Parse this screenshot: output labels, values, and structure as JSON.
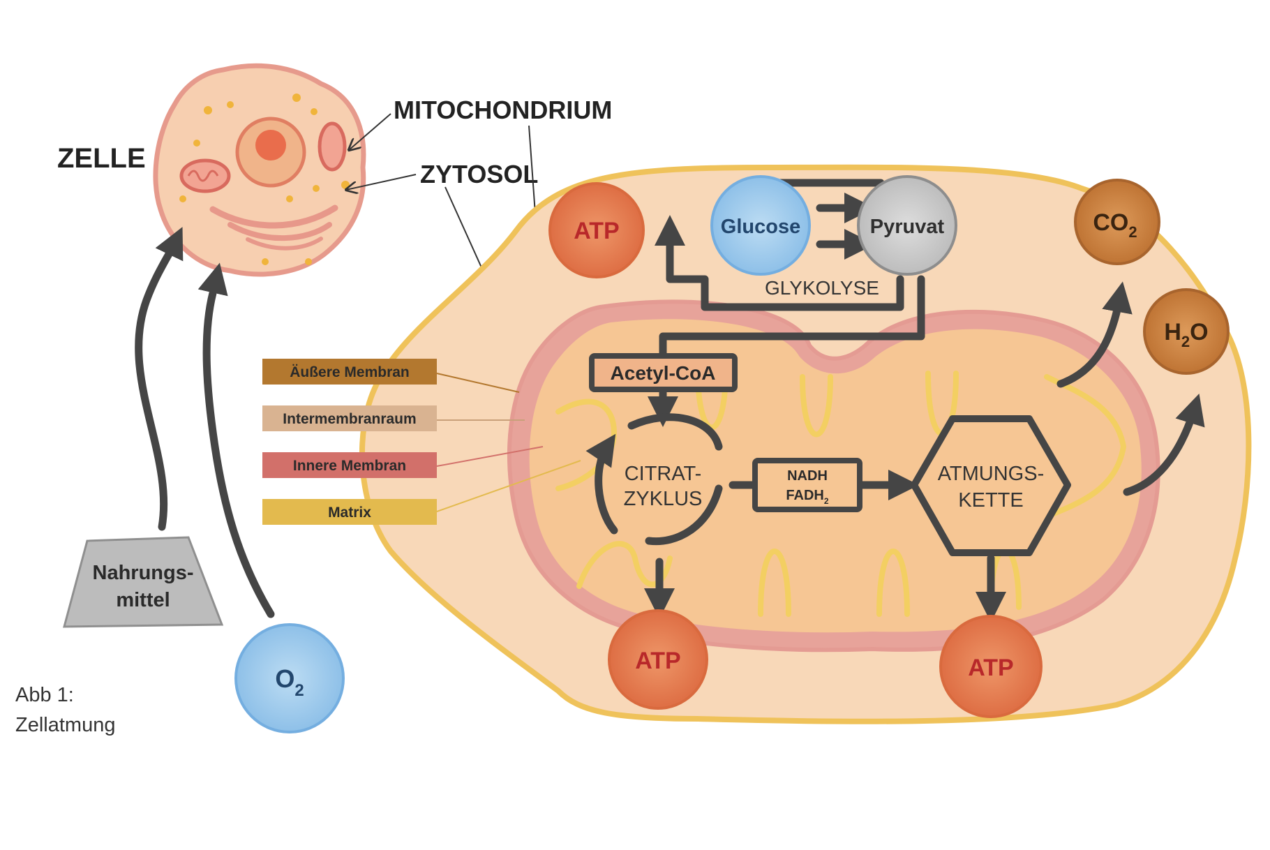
{
  "labels": {
    "zelle": "ZELLE",
    "mitochondrium": "MITOCHONDRIUM",
    "zytosol": "ZYTOSOL",
    "glycolyse": "GLYKOLYSE",
    "citrat_line1": "CITRAT-",
    "citrat_line2": "ZYKLUS",
    "atmung_line1": "ATMUNGS-",
    "atmung_line2": "KETTE",
    "nadh": "NADH",
    "fadh": "FADH",
    "fadh_sub": "2",
    "acetyl": "Acetyl-CoA",
    "food_line1": "Nahrungs-",
    "food_line2": "mittel",
    "caption_line1": "Abb 1:",
    "caption_line2": "Zellatmung"
  },
  "molecules": {
    "glucose": "Glucose",
    "pyruvat": "Pyruvat",
    "atp": "ATP",
    "o2_main": "O",
    "o2_sub": "2",
    "co2_main": "CO",
    "co2_sub": "2",
    "h2o_h": "H",
    "h2o_sub": "2",
    "h2o_o": "O"
  },
  "legend": [
    {
      "label": "Äußere Membran",
      "color": "#b3782f"
    },
    {
      "label": "Intermembranraum",
      "color": "#d9b391"
    },
    {
      "label": "Innere Membran",
      "color": "#d2706a"
    },
    {
      "label": "Matrix",
      "color": "#e3ba4e"
    }
  ],
  "colors": {
    "cytosol": "#f8d8b8",
    "outer_membrane": "#efc25a",
    "inner_membrane": "#e49b93",
    "matrix": "#f6c694",
    "cristae": "#f3cf62",
    "arrow": "#454545",
    "atp_red": "#b8282a",
    "atp_orange": "#e2774a",
    "blue": "#9ec8ea",
    "grey": "#c9c9c9",
    "brown": "#c17a3b"
  }
}
